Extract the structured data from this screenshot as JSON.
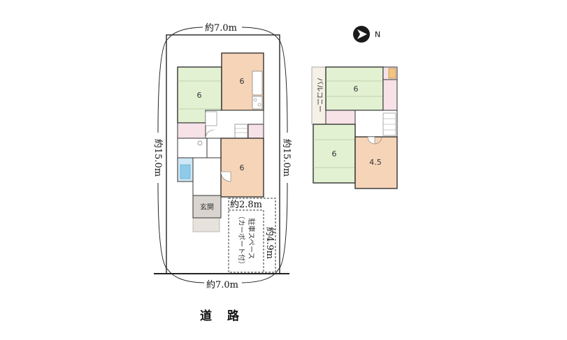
{
  "site": {
    "width_top": "約7.0m",
    "width_bottom": "約7.0m",
    "depth_left": "約15.0m",
    "depth_right": "約15.0m",
    "road": "道 路"
  },
  "floor1": {
    "rooms": {
      "washitsu_nw": "6",
      "kitchen_room": "6",
      "room_south": "6"
    },
    "entrance": "玄関",
    "parking_width": "約2.8m",
    "parking_depth": "約4.9m",
    "parking_label_1": "駐車スペース",
    "parking_label_2": "（カーポート付）"
  },
  "floor2": {
    "balcony": "バルコニー",
    "rooms": {
      "washitsu_n": "6",
      "washitsu_sw": "6",
      "room_se": "4.5"
    }
  },
  "compass": {
    "label": "N"
  },
  "colors": {
    "tatami": "#e2f1d2",
    "flooring": "#f6d4b8",
    "closet": "#f7e2e8",
    "bath": "#cfe7f6",
    "entrance": "#d9d4cf",
    "wall": "#333333"
  }
}
